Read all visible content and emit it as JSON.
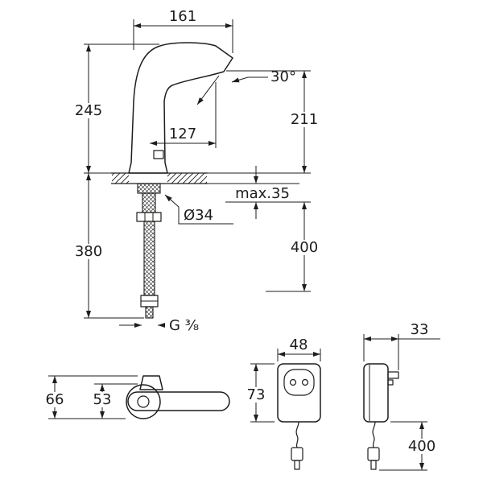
{
  "meta": {
    "description": "Technical dimension drawing: infrared electronic basin faucet with below-deck hose, lever top view and plug-in power supply (front and side views)",
    "line_color": "#1d1d1b",
    "background_color": "#ffffff"
  },
  "faucet_view": {
    "dim_spout_reach": "161",
    "dim_height_to_spout_top": "245",
    "dim_spout_angle": "30°",
    "dim_outlet_height": "211",
    "dim_spout_projection": "127",
    "dim_max_deck_thickness": "max.35",
    "dim_hole_diameter": "Ø34",
    "dim_hose_length": "380",
    "dim_below_deck_length": "400",
    "dim_thread_label": "G ³⁄₈"
  },
  "lever_view": {
    "dim_total_height": "66",
    "dim_lever_height": "53"
  },
  "psu_front_view": {
    "dim_width": "48",
    "dim_height": "73"
  },
  "psu_side_view": {
    "dim_depth": "33",
    "dim_cable_length": "400"
  }
}
